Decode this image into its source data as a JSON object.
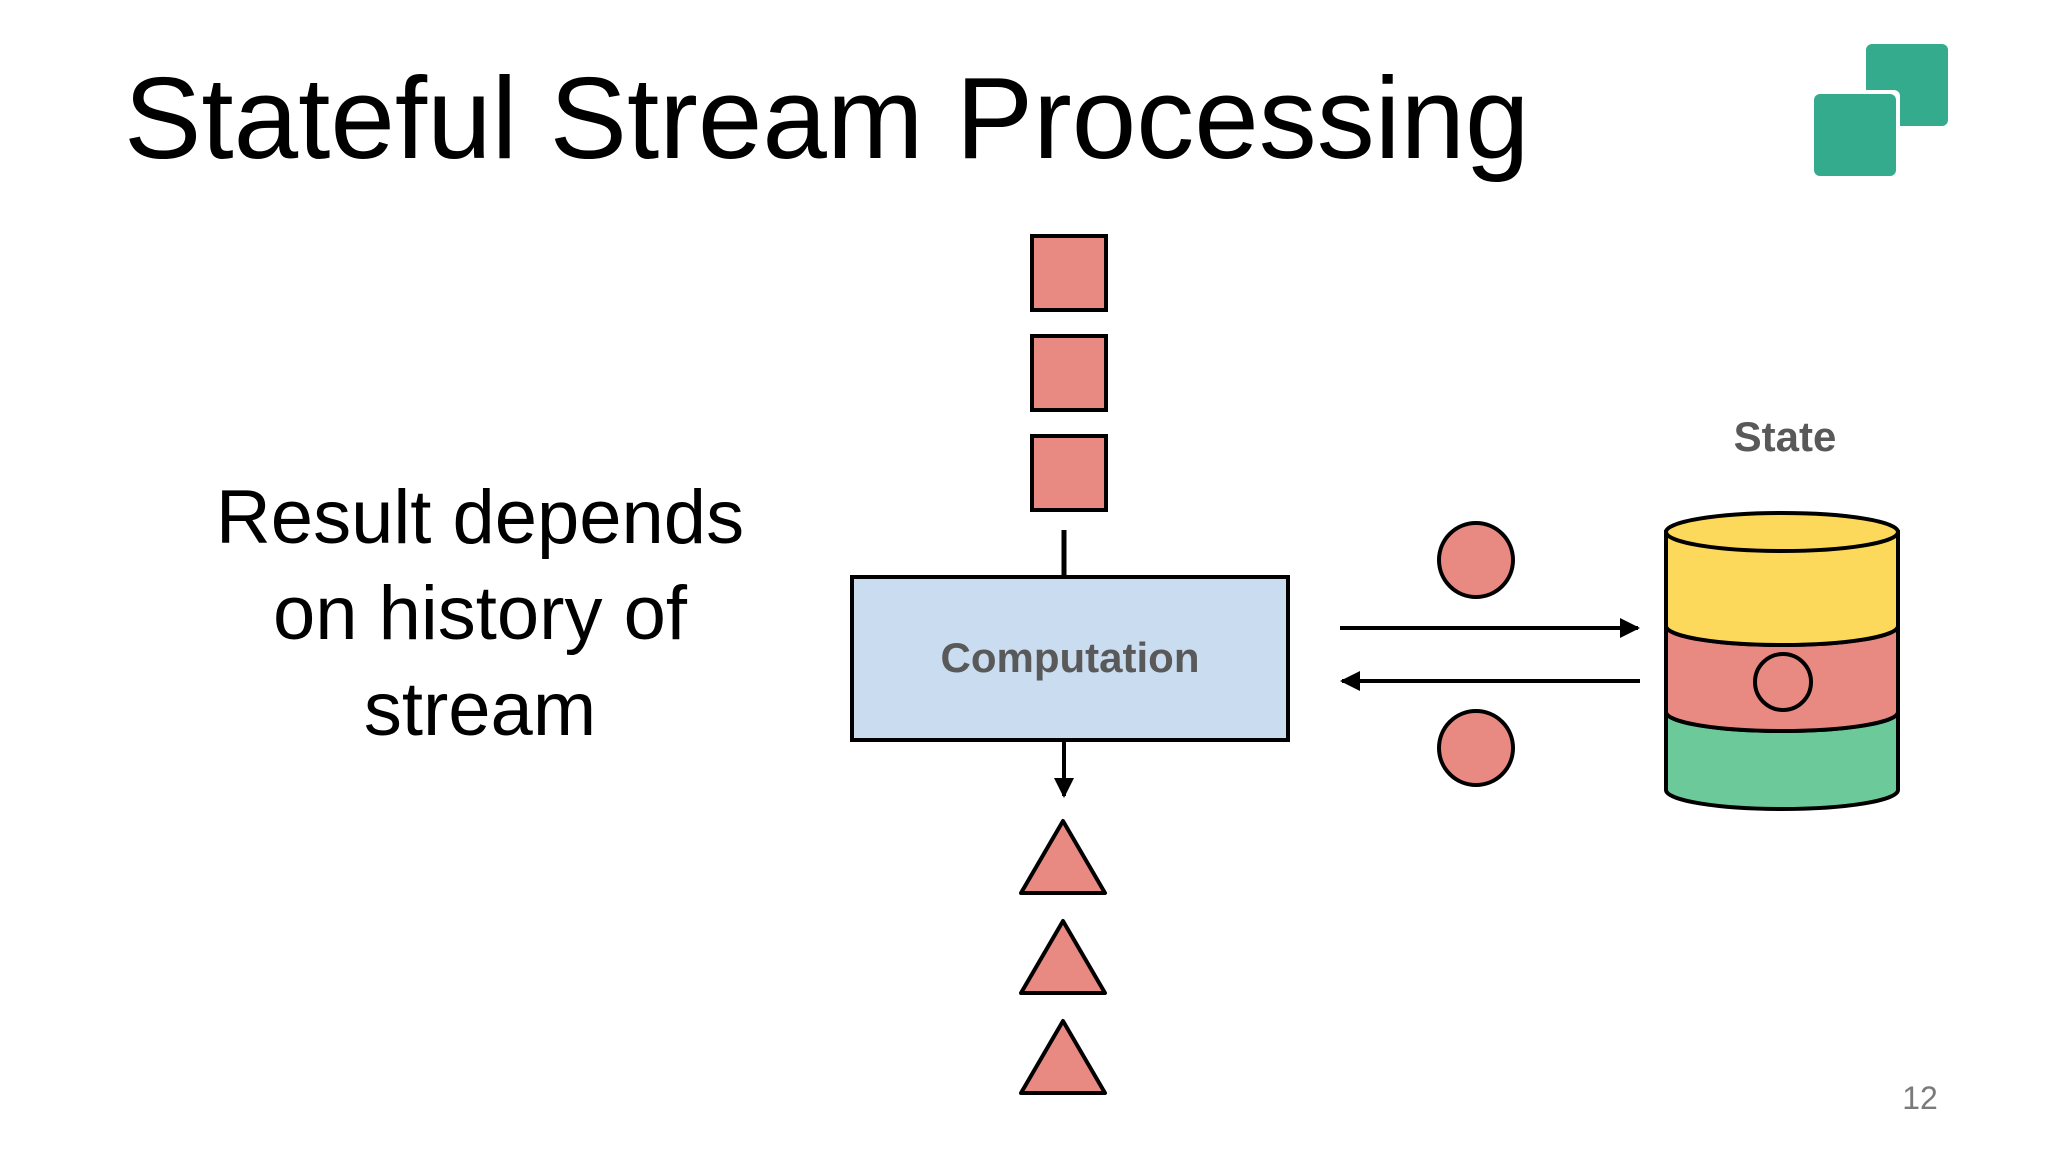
{
  "slide": {
    "title": "Stateful Stream Processing",
    "body_lines": [
      "Result depends",
      "on history of",
      "stream"
    ],
    "page_number": "12"
  },
  "diagram": {
    "computation_label": "Computation",
    "state_label": "State",
    "input_events": 3,
    "output_events": 3,
    "state_layers": [
      "yellow",
      "red",
      "green"
    ]
  },
  "colors": {
    "event_fill": "#e88982",
    "computation_fill": "#c9dcf0",
    "state_yellow": "#fcd95a",
    "state_red": "#e88982",
    "state_green": "#6cc99a",
    "logo_green": "#35ab8e",
    "label_gray": "#595959",
    "outline": "#000000"
  }
}
